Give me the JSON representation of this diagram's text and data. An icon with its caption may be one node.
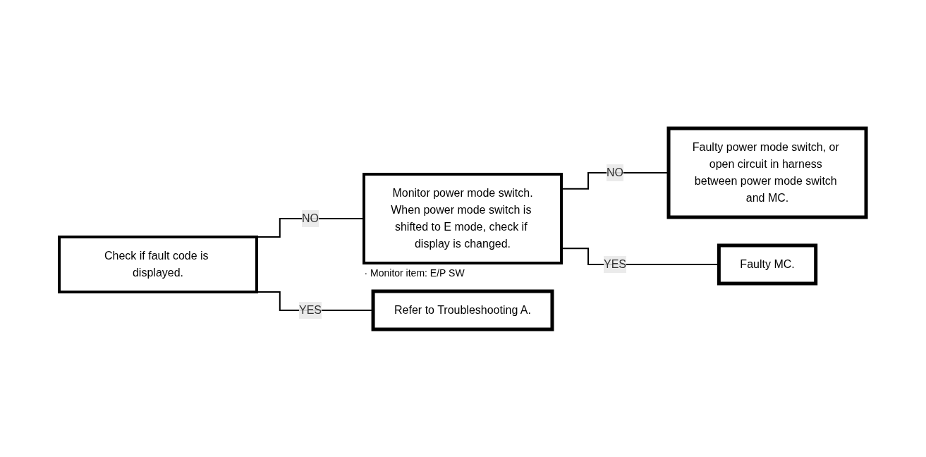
{
  "diagram": {
    "nodes": [
      {
        "text": [
          "Check if fault code is displayed."
        ]
      },
      {
        "text": [
          "Monitor power mode switch.",
          "When power mode switch is shifted to E mode, check if display is changed."
        ],
        "beside": [
          "· Monitor item: E/P SW"
        ]
      },
      {
        "text": [
          "Faulty power mode switch, or open circuit in harness between power mode switch and MC."
        ]
      },
      {
        "text": [
          "Faulty MC."
        ]
      },
      {
        "text": [
          "Refer to Troubleshooting A."
        ]
      }
    ],
    "edges": [
      {
        "from": 0,
        "to": 1,
        "label": "NO",
        "arrow": "none"
      },
      {
        "from": 1,
        "to": 2,
        "label": "NO",
        "arrow": "none"
      },
      {
        "from": 1,
        "to": 3,
        "label": "YES",
        "arrow": "none"
      },
      {
        "from": 0,
        "to": 4,
        "label": "YES",
        "arrow": "none"
      }
    ]
  }
}
